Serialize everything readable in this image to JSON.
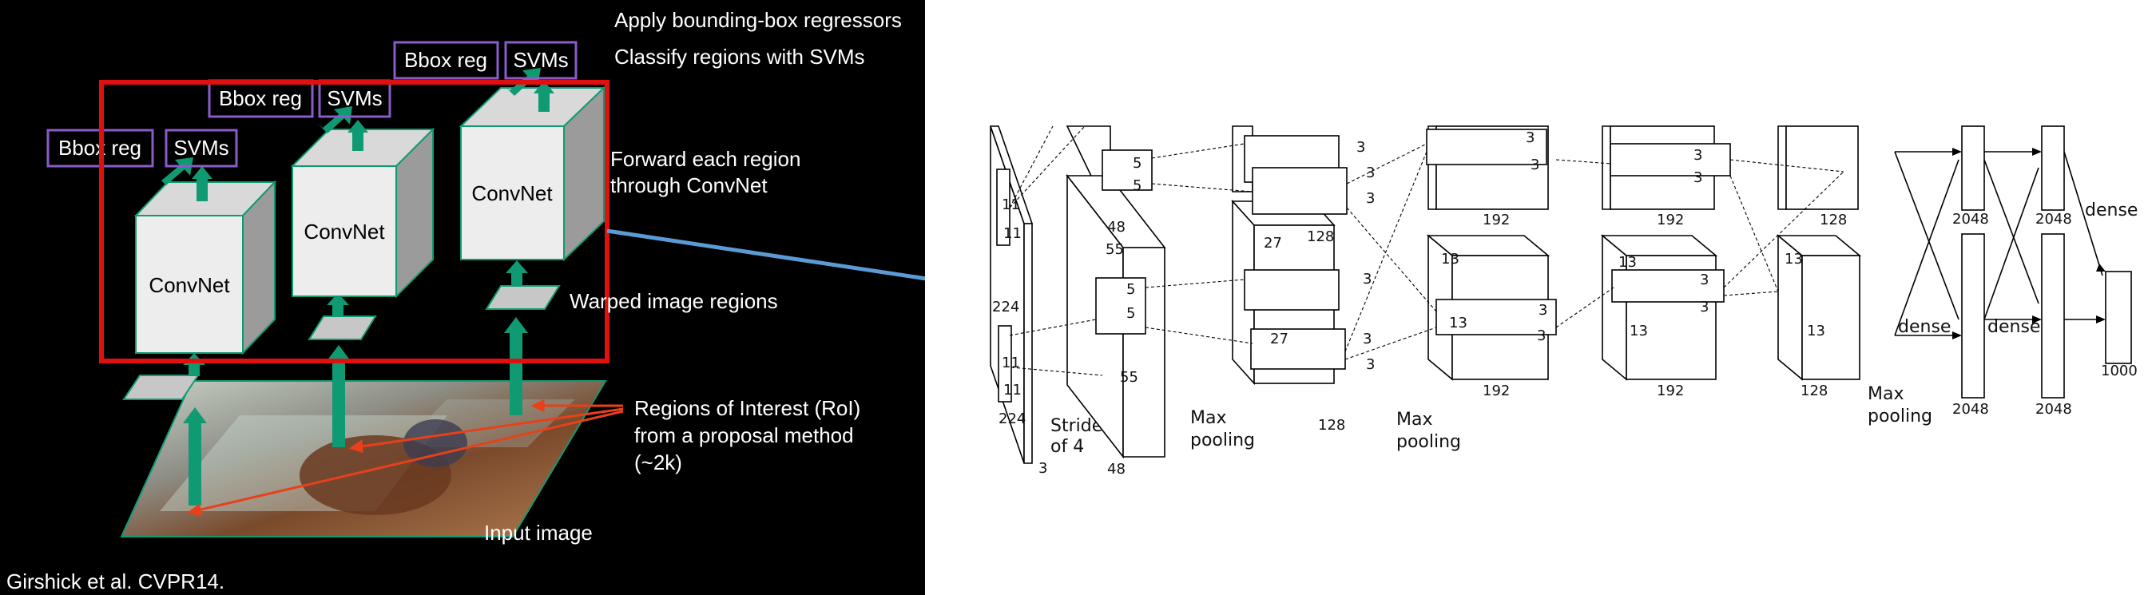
{
  "rcnn": {
    "top_caption_1": "Apply bounding-box regressors",
    "top_caption_2": "Classify regions with SVMs",
    "forward_caption_1": "Forward each region",
    "forward_caption_2": "through ConvNet",
    "warped_caption": "Warped image regions",
    "roi_caption_1": "Regions of Interest (RoI)",
    "roi_caption_2": "from a proposal method",
    "roi_caption_3": "(~2k)",
    "input_caption": "Input image",
    "citation": "Girshick et al. CVPR14.",
    "convnet_label": "ConvNet",
    "bbox_label": "Bbox reg",
    "svm_label": "SVMs",
    "colors": {
      "background": "#000000",
      "highlight": "#e01010",
      "arrow": "#0f9a73",
      "label_box": "#8a5cc9",
      "connector": "#5b9bd5"
    }
  },
  "alexnet": {
    "input_hw": "224",
    "input_channels": "3",
    "kernel1": "11",
    "stride": "Stride of 4",
    "l1_channels": "48",
    "l1_hw": "55",
    "kernel2": "5",
    "l2_channels": "128",
    "l2_hw": "27",
    "kernel3": "3",
    "l3_channels": "192",
    "l3_hw": "13",
    "l5_channels": "128",
    "fc_units": "2048",
    "out_units": "1000",
    "max_pooling": "Max pooling",
    "dense": "dense"
  }
}
